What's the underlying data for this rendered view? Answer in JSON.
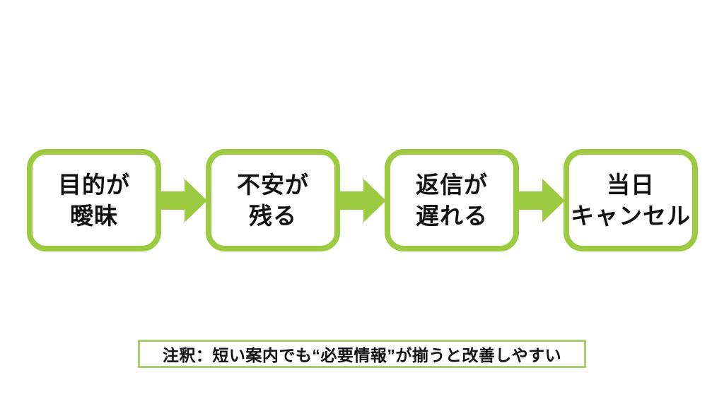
{
  "colors": {
    "accent_green": "#9cca41",
    "note_border_green": "#a9cf6b",
    "text_black": "#111111",
    "background": "#ffffff"
  },
  "flow": {
    "steps": [
      {
        "line1": "目的が",
        "line2": "曖昧"
      },
      {
        "line1": "不安が",
        "line2": "残る"
      },
      {
        "line1": "返信が",
        "line2": "遅れる"
      },
      {
        "line1": "当日",
        "line2": "キャンセル"
      }
    ],
    "arrow_icon": "right-block-arrow"
  },
  "note": {
    "text": "注釈：短い案内でも“必要情報”が揃うと改善しやすい"
  }
}
